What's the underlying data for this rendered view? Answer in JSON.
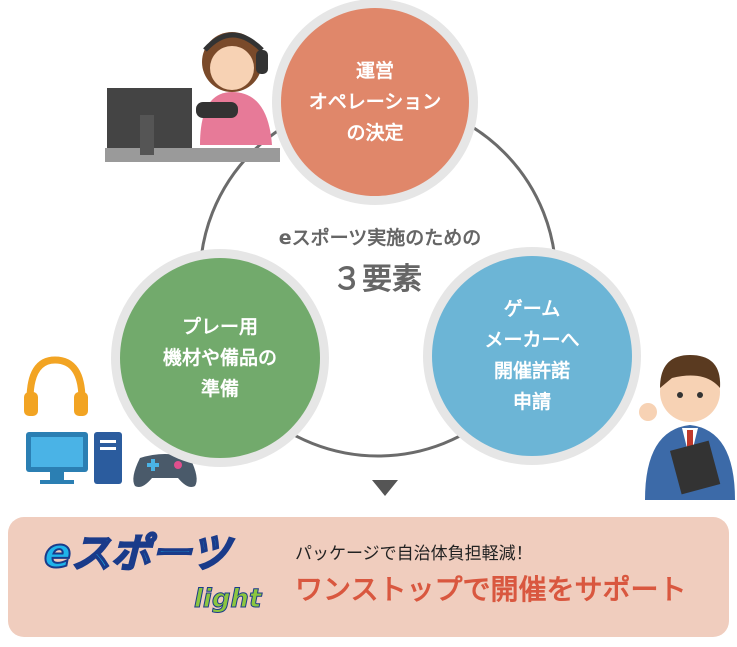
{
  "center": {
    "line1": "eスポーツ実施のための",
    "line2": "３要素"
  },
  "elements": [
    {
      "text": "運営\nオペレーション\nの決定",
      "color": "#e0876a"
    },
    {
      "text": "プレー用\n機材や備品の\n準備",
      "color": "#72aa6c"
    },
    {
      "text": "ゲーム\nメーカーへ\n開催許諾\n申請",
      "color": "#6cb5d6"
    }
  ],
  "banner": {
    "logo_main": "eスポーツ",
    "logo_sub": "light",
    "tagline": "パッケージで自治体負担軽減！",
    "headline": "ワンストップで開催をサポート",
    "headline_color": "#d9573f"
  }
}
